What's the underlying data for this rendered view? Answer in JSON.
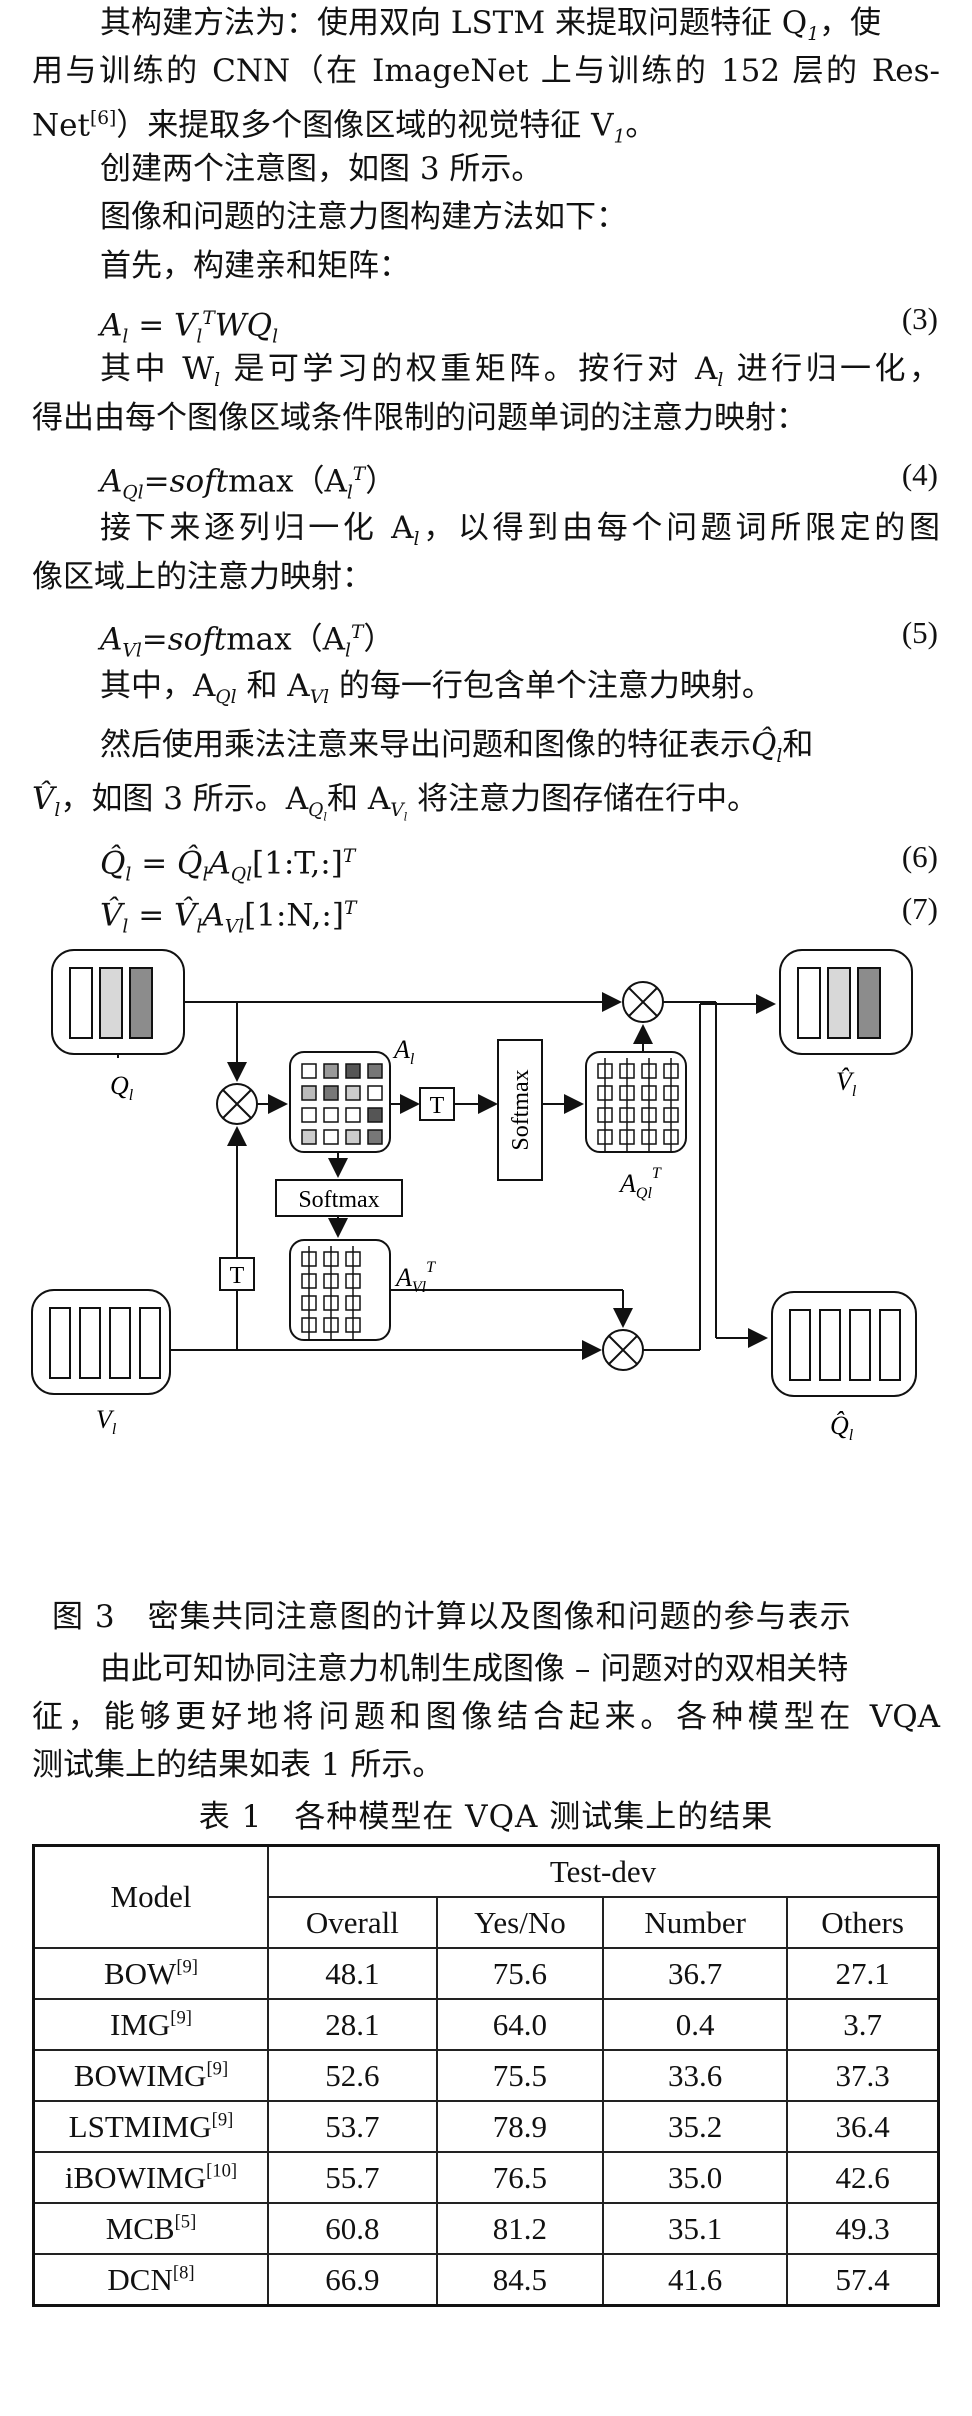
{
  "para1": {
    "line1": "其构建方法为：使用双向 LSTM 来提取问题特征 Q",
    "line1_sub": "1",
    "line1_end": "，使",
    "line2": "用与训练的 CNN（在 ImageNet 上与训练的 152 层的 Res-",
    "line3_a": "Net",
    "line3_ref": "[6]",
    "line3_b": "）来提取多个图像区域的视觉特征 V",
    "line3_sub": "1",
    "line3_end": "。"
  },
  "para2": "创建两个注意图，如图 3 所示。",
  "para3": "图像和问题的注意力图构建方法如下：",
  "para4": "首先，构建亲和矩阵：",
  "eq3": {
    "lhs": "A",
    "sub": "l",
    "rhs_a": " = V",
    "rhs_sub": "l",
    "rhs_sup": "T",
    "rhs_b": "WQ",
    "rhs_sub2": "l",
    "num": "(3)"
  },
  "para5": {
    "line1_a": "其中 W",
    "line1_sub": "l",
    "line1_b": " 是可学习的权重矩阵。按行对 A",
    "line1_sub2": "l",
    "line1_c": " 进行归一化，",
    "line2": "得出由每个图像区域条件限制的问题单词的注意力映射："
  },
  "eq4": {
    "lhs": "A",
    "sub": "Ql",
    "mid": "=",
    "fn_it": "soft",
    "fn": "max（A",
    "arg_sub": "l",
    "arg_sup": "T",
    "close": "）",
    "num": "(4)"
  },
  "para6": {
    "line1_a": "接下来逐列归一化 A",
    "line1_sub": "l",
    "line1_b": "，以得到由每个问题词所限定的图",
    "line2": "像区域上的注意力映射："
  },
  "eq5": {
    "lhs": "A",
    "sub": "Vl",
    "mid": "=",
    "fn_it": "soft",
    "fn": "max（A",
    "arg_sub": "l",
    "arg_sup": "T",
    "close": "）",
    "num": "(5)"
  },
  "para7": {
    "a": "其中，A",
    "s1": "Ql",
    "b": " 和 A",
    "s2": "Vl",
    "c": " 的每一行包含单个注意力映射。"
  },
  "para8": {
    "line1": "然后使用乘法注意来导出问题和图像的特征表示",
    "line1_q": "Q̂",
    "line1_qsub": "l",
    "line1_end": "和",
    "line2_v": "V̂",
    "line2_vsub": "l",
    "line2_a": "，如图 3 所示。A",
    "line2_s1": "Q",
    "line2_s1s": "l",
    "line2_b": "和 A",
    "line2_s2": "V",
    "line2_s2s": "l",
    "line2_c": " 将注意力图存储在行中。"
  },
  "eq6": {
    "text": "Q̂",
    "sub": "l",
    "rest_a": " = Q̂",
    "rest_sub": "l",
    "rest_b": "A",
    "rest_sub2": "Ql",
    "rest_c": "[1:T,:]",
    "sup": "T",
    "num": "(6)"
  },
  "eq7": {
    "text": "V̂",
    "sub": "l",
    "rest_a": " = V̂",
    "rest_sub": "l",
    "rest_b": "A",
    "rest_sub2": "Vl",
    "rest_c": "[1:N,:]",
    "sup": "T",
    "num": "(7)"
  },
  "figure": {
    "label_A": "A",
    "label_A_sub": "l",
    "label_T": "T",
    "label_softmax": "Softmax",
    "label_AQ": "A",
    "label_AQ_sub": "Ql",
    "label_AQ_sup": "T",
    "label_AV": "A",
    "label_AV_sub": "Vl",
    "label_AV_sup": "T",
    "label_Q": "Q",
    "label_Q_sub": "l",
    "label_V": "V",
    "label_V_sub": "l",
    "label_Vhat": "V̂",
    "label_Vhat_sub": "l",
    "label_Qhat": "Q̂",
    "label_Qhat_sub": "l"
  },
  "caption": "图 3　密集共同注意图的计算以及图像和问题的参与表示",
  "para9": {
    "line1": "由此可知协同注意力机制生成图像 – 问题对的双相关特",
    "line2": "征，能够更好地将问题和图像结合起来。各种模型在 VQA",
    "line3": "测试集上的结果如表 1 所示。"
  },
  "table_caption": "表 1　各种模型在 VQA 测试集上的结果",
  "table": {
    "model_header": "Model",
    "group_header": "Test-dev",
    "columns": [
      "Overall",
      "Yes/No",
      "Number",
      "Others"
    ],
    "rows": [
      {
        "model": "BOW",
        "ref": "[9]",
        "values": [
          "48.1",
          "75.6",
          "36.7",
          "27.1"
        ]
      },
      {
        "model": "IMG",
        "ref": "[9]",
        "values": [
          "28.1",
          "64.0",
          "0.4",
          "3.7"
        ]
      },
      {
        "model": "BOWIMG",
        "ref": "[9]",
        "values": [
          "52.6",
          "75.5",
          "33.6",
          "37.3"
        ]
      },
      {
        "model": "LSTMIMG",
        "ref": "[9]",
        "values": [
          "53.7",
          "78.9",
          "35.2",
          "36.4"
        ]
      },
      {
        "model": "iBOWIMG",
        "ref": "[10]",
        "values": [
          "55.7",
          "76.5",
          "35.0",
          "42.6"
        ]
      },
      {
        "model": "MCB",
        "ref": "[5]",
        "values": [
          "60.8",
          "81.2",
          "35.1",
          "49.3"
        ]
      },
      {
        "model": "DCN",
        "ref": "[8]",
        "values": [
          "66.9",
          "84.5",
          "41.6",
          "57.4"
        ]
      }
    ]
  }
}
